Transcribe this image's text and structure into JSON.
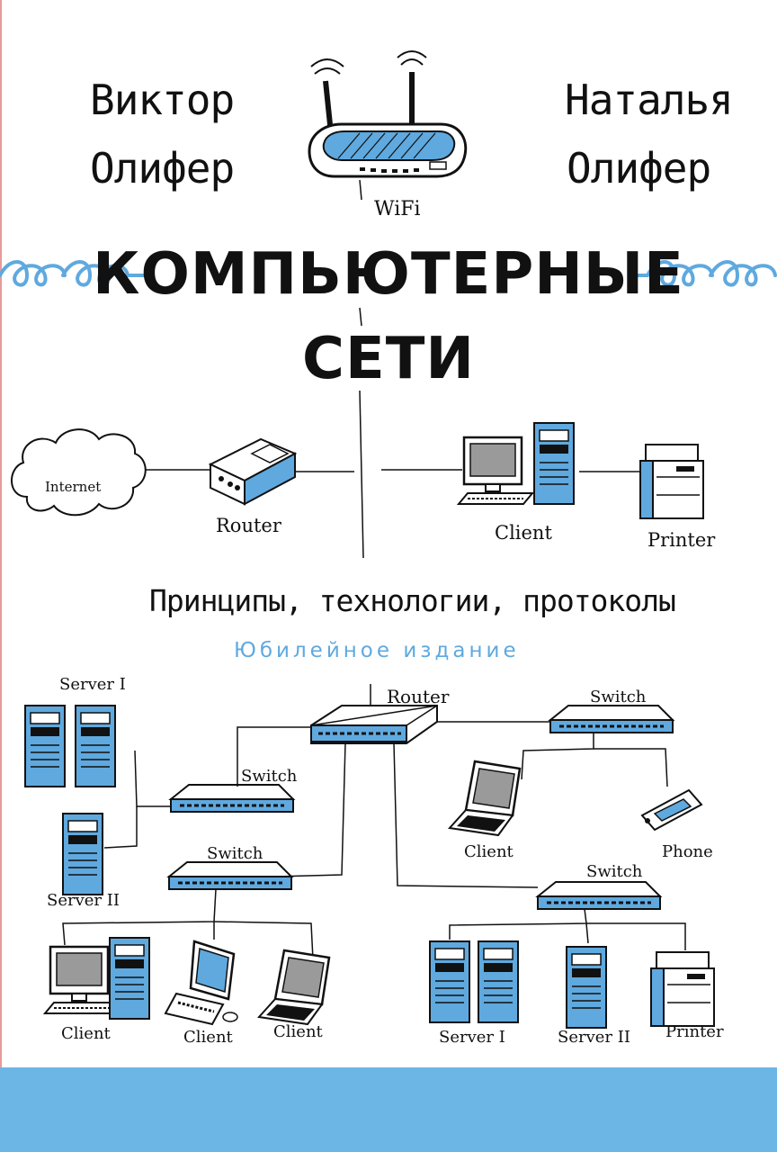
{
  "cover": {
    "author_left": {
      "first": "Виктор",
      "last": "Олифер"
    },
    "author_right": {
      "first": "Наталья",
      "last": "Олифер"
    },
    "title_line1": "КОМПЬЮТЕРНЫЕ",
    "title_line2": "СЕТИ",
    "subtitle": "Принципы, технологии, протоколы",
    "edition": "Юбилейное издание"
  },
  "diagram_top": {
    "wifi": "WiFi",
    "internet": "Internet",
    "router": "Router",
    "client": "Client",
    "printer": "Printer"
  },
  "diagram_bottom": {
    "server1_left": "Server I",
    "server2_left": "Server II",
    "router": "Router",
    "switch_left_top": "Switch",
    "switch_left_bottom": "Switch",
    "switch_right_top": "Switch",
    "switch_right_bottom": "Switch",
    "client_laptop_right": "Client",
    "phone": "Phone",
    "client_bl1": "Client",
    "client_bl2": "Client",
    "client_bl3": "Client",
    "server1_right": "Server I",
    "server2_right": "Server II",
    "printer_right": "Printer"
  },
  "colors": {
    "accent": "#5fa9df",
    "band": "#6cb6e6",
    "ink": "#111111"
  }
}
